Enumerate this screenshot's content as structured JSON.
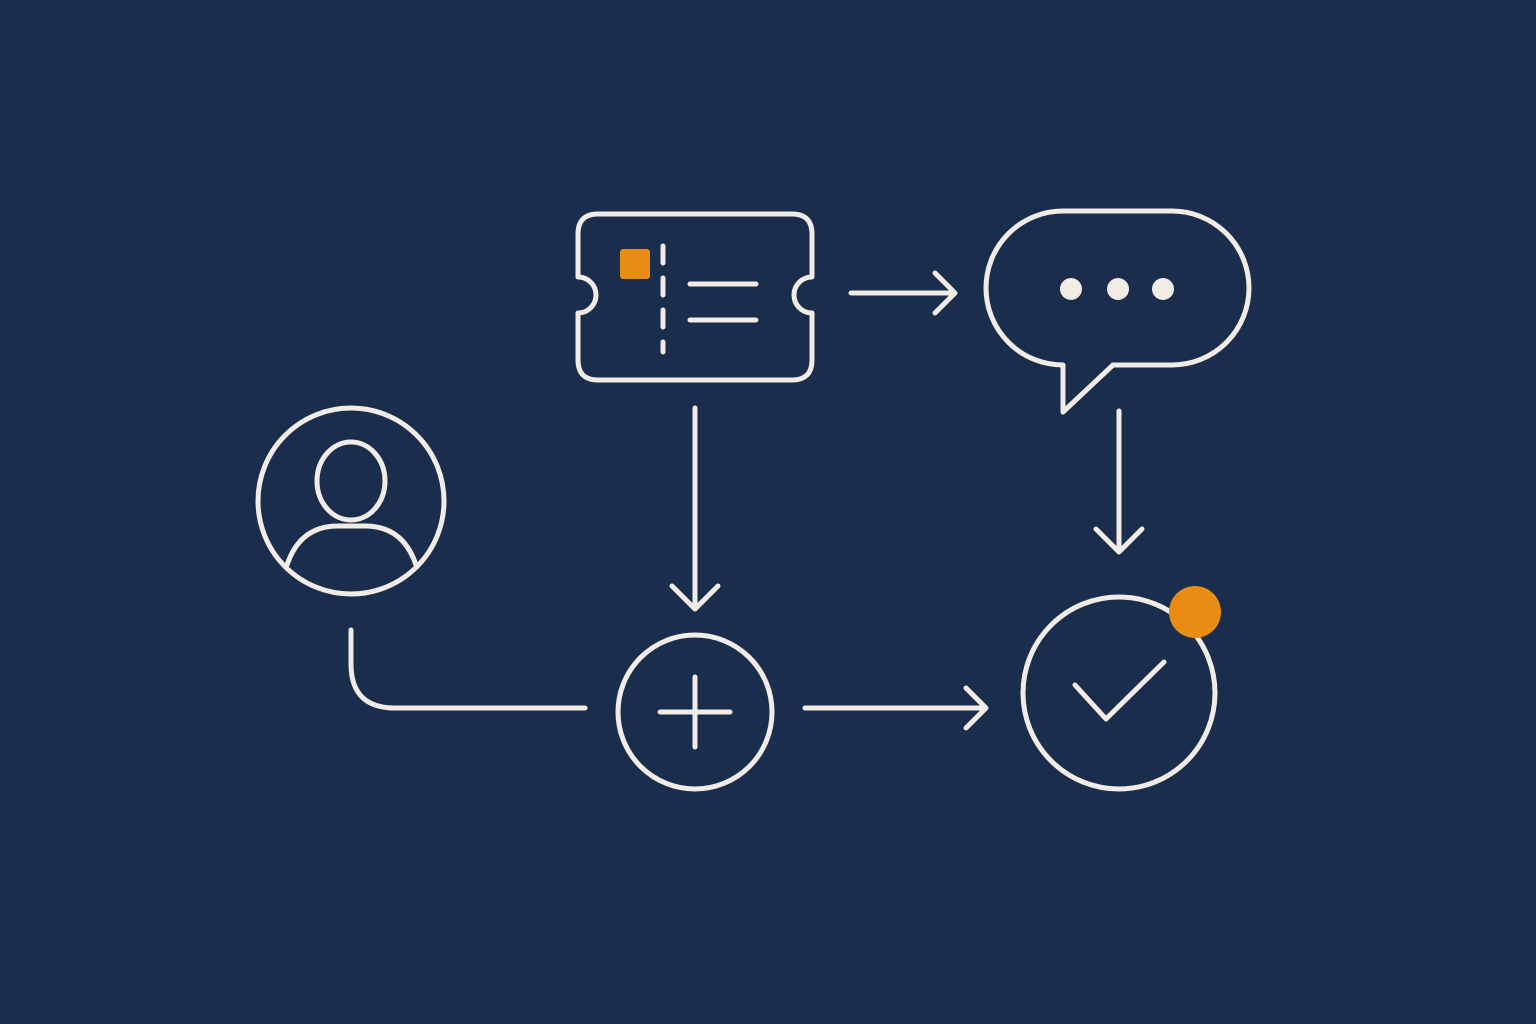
{
  "diagram": {
    "background_color": "#1b2d4c",
    "line_color": "#f1ede6",
    "accent_color": "#e88c14",
    "nodes": [
      {
        "id": "ticket",
        "icon": "ticket-icon"
      },
      {
        "id": "chat",
        "icon": "chat-bubble-icon"
      },
      {
        "id": "user",
        "icon": "user-avatar-icon"
      },
      {
        "id": "add",
        "icon": "plus-circle-icon"
      },
      {
        "id": "done",
        "icon": "check-circle-icon",
        "badge": "notification-dot"
      }
    ],
    "edges": [
      {
        "from": "ticket",
        "to": "chat"
      },
      {
        "from": "ticket",
        "to": "add"
      },
      {
        "from": "chat",
        "to": "done"
      },
      {
        "from": "user",
        "to": "add"
      },
      {
        "from": "add",
        "to": "done"
      }
    ]
  }
}
